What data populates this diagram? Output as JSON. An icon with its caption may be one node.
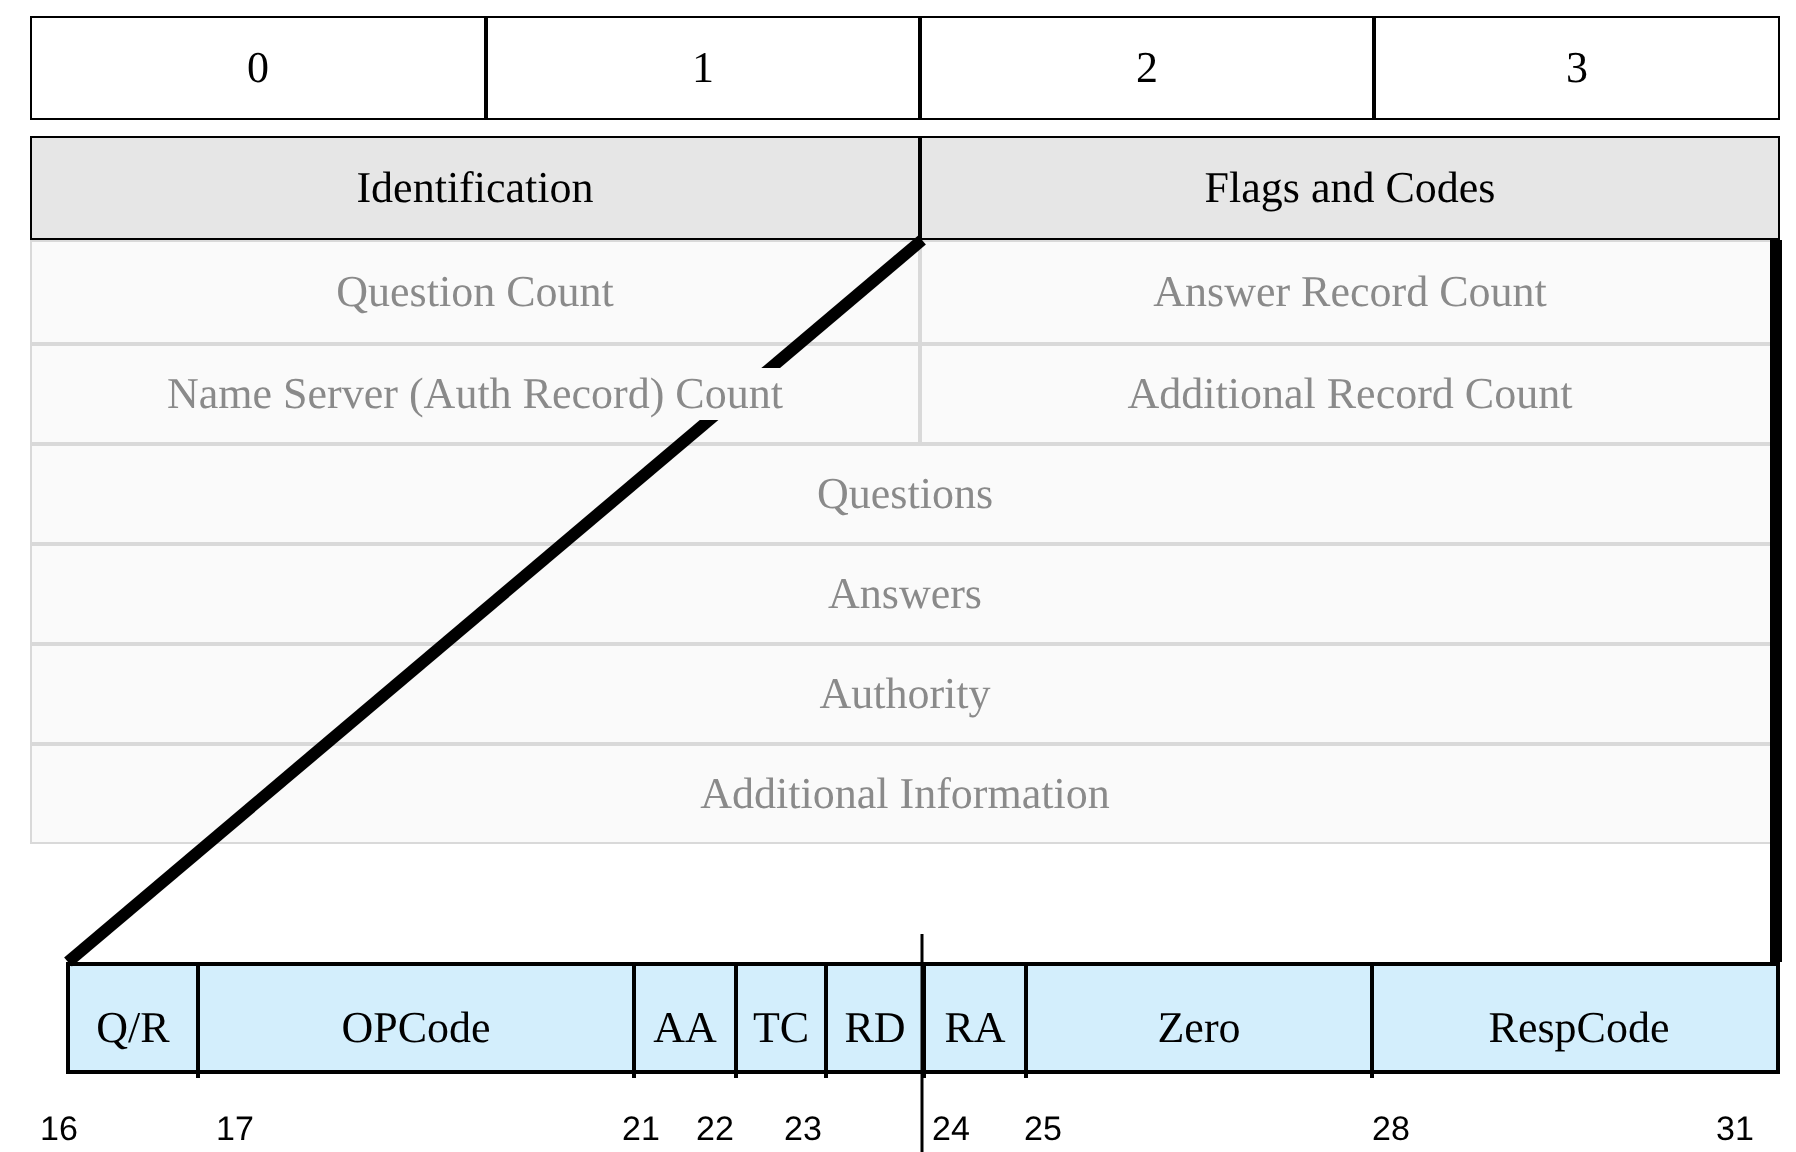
{
  "diagram": {
    "nodes": [
      {
        "text": [
          "Identification"
        ]
      },
      {
        "text": [
          "Flags and Codes"
        ]
      },
      {
        "text": [
          "Question Count"
        ]
      },
      {
        "text": [
          "Answer Record Count"
        ]
      },
      {
        "text": [
          "Name Server (Auth Record) Count"
        ]
      },
      {
        "text": [
          "Additional Record Count"
        ]
      },
      {
        "text": [
          "Questions"
        ]
      },
      {
        "text": [
          "Answers"
        ]
      },
      {
        "text": [
          "Authority"
        ]
      },
      {
        "text": [
          "Additional Information"
        ]
      },
      {
        "text": [],
        "shape": "bar"
      },
      {
        "text": [
          "Q/R"
        ],
        "in": 10
      },
      {
        "text": [
          "OPCode"
        ],
        "in": 10
      },
      {
        "text": [
          "AA"
        ],
        "in": 10
      },
      {
        "text": [
          "TC"
        ],
        "in": 10
      },
      {
        "text": [
          "RD"
        ],
        "in": 10
      },
      {
        "text": [
          "RA"
        ],
        "in": 10
      },
      {
        "text": [
          "Zero"
        ],
        "in": 10
      },
      {
        "text": [
          "RespCode"
        ],
        "in": 10
      }
    ],
    "edges": [
      {
        "from": 1,
        "to": 10,
        "arrow": "none"
      },
      {
        "from": 1,
        "to": 10,
        "arrow": "none"
      }
    ],
    "labels": [
      "0",
      "1",
      "2",
      "3",
      "16",
      "17",
      "21",
      "22",
      "23",
      "24",
      "25",
      "28",
      "31"
    ]
  }
}
